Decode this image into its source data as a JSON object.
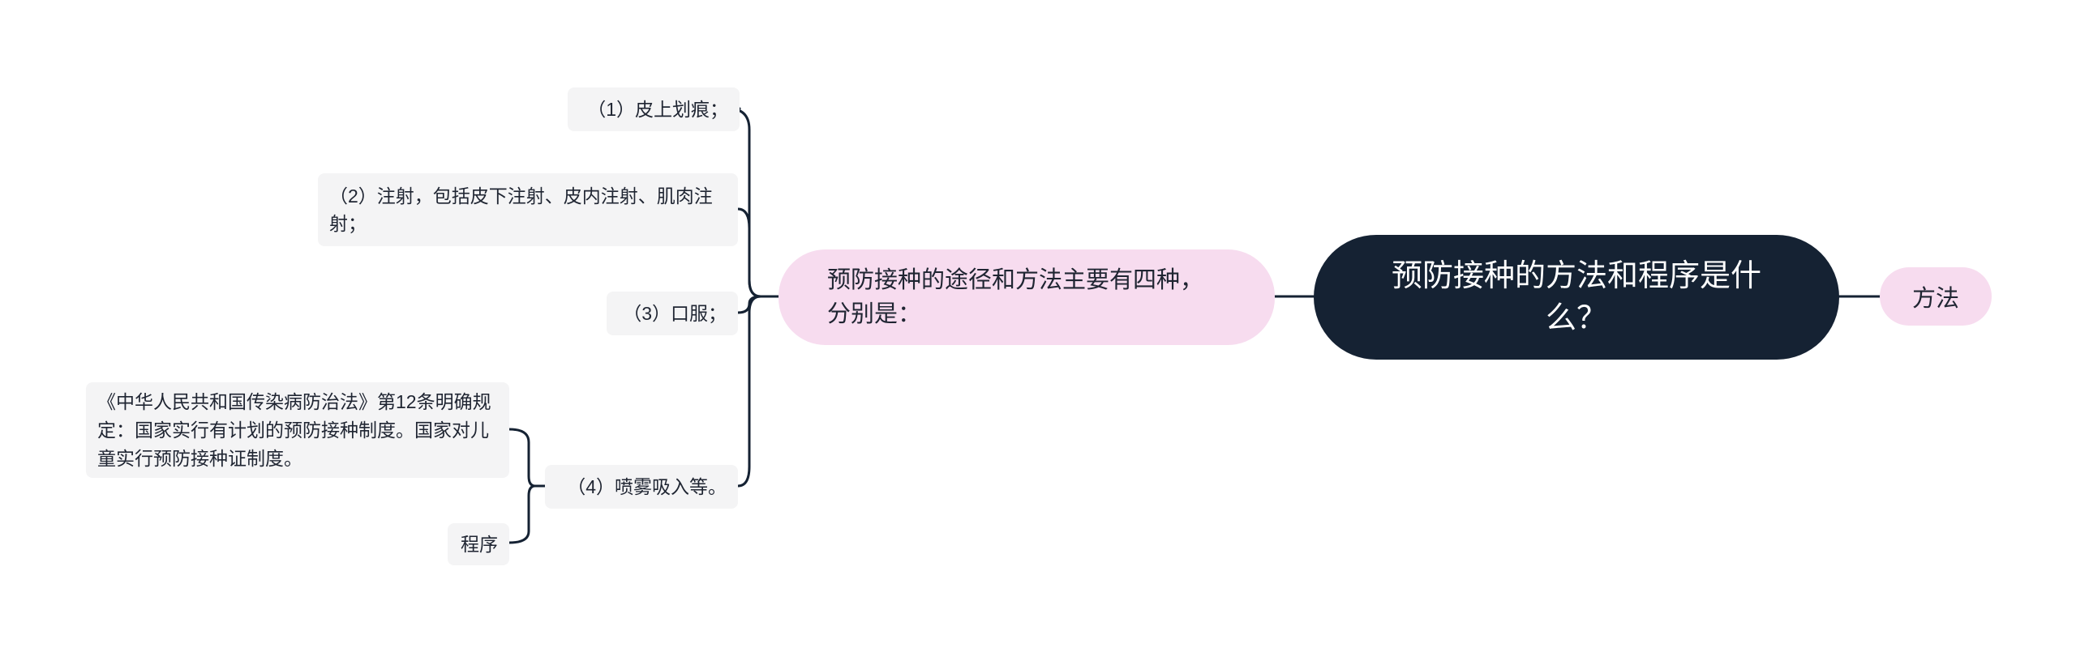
{
  "root": {
    "label": "预防接种的方法和程序是什么？"
  },
  "right_branch": {
    "label": "方法"
  },
  "left_branch": {
    "label": "预防接种的途径和方法主要有四种，分别是：",
    "items": [
      {
        "label": "（1）皮上划痕；"
      },
      {
        "label": "（2）注射，包括皮下注射、皮内注射、肌肉注射；"
      },
      {
        "label": "（3）口服；"
      },
      {
        "label": "（4）喷雾吸入等。",
        "children": [
          {
            "label": "《中华人民共和国传染病防治法》第12条明确规定：国家实行有计划的预防接种制度。国家对儿童实行预防接种证制度。"
          },
          {
            "label": "程序"
          }
        ]
      }
    ]
  },
  "colors": {
    "root_bg": "#152233",
    "branch_bg": "#f7dcef",
    "leaf_bg": "#f4f4f5",
    "connector": "#152233"
  }
}
